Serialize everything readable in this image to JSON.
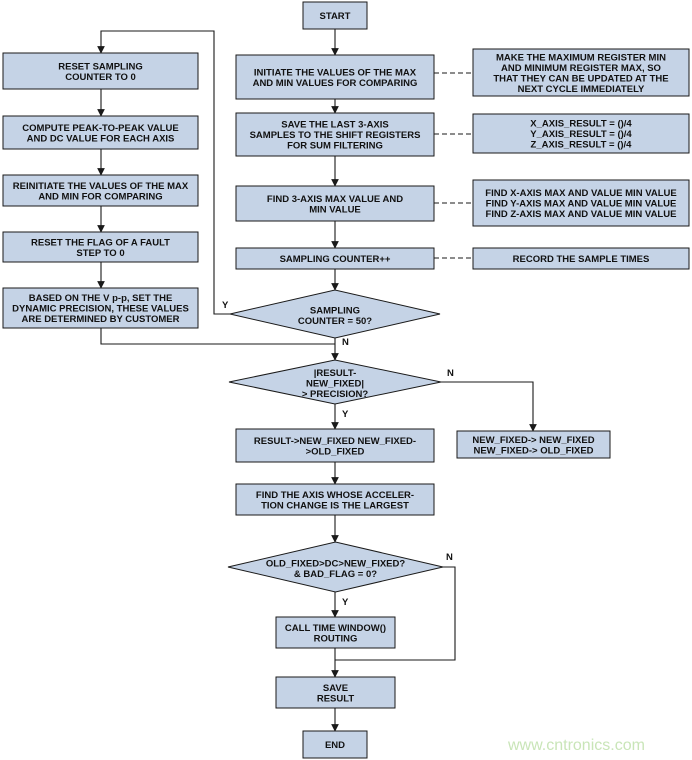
{
  "colors": {
    "node_fill": "#c5d3e6",
    "stroke": "#1a1a1a",
    "text": "#111111",
    "watermark": "#c9e5b8"
  },
  "nodes": {
    "start": "START",
    "init_maxmin": [
      "INITIATE THE VALUES OF THE MAX",
      "AND MIN VALUES FOR COMPARING"
    ],
    "save_samples": [
      "SAVE THE LAST 3-AXIS",
      "SAMPLES TO THE SHIFT REGISTERS",
      "FOR SUM FILTERING"
    ],
    "find_max": [
      "FIND 3-AXIS MAX VALUE AND",
      "MIN VALUE"
    ],
    "sampling_counter": "SAMPLING COUNTER++",
    "decision_counter": [
      "SAMPLING",
      "COUNTER = 50?"
    ],
    "note_make_max": [
      "MAKE THE MAXIMUM REGISTER MIN",
      "AND MINIMUM REGISTER MAX, SO",
      "THAT THEY CAN BE UPDATED AT THE",
      "NEXT CYCLE IMMEDIATELY"
    ],
    "note_axis_result": [
      "X_AXIS_RESULT = ()/4",
      "Y_AXIS_RESULT = ()/4",
      "Z_AXIS_RESULT = ()/4"
    ],
    "note_find_axis": [
      "FIND X-AXIS MAX AND VALUE MIN VALUE",
      "FIND Y-AXIS MAX AND VALUE MIN VALUE",
      "FIND Z-AXIS MAX AND VALUE MIN VALUE"
    ],
    "note_record": "RECORD THE SAMPLE TIMES",
    "reset_counter": [
      "RESET SAMPLING",
      "COUNTER TO 0"
    ],
    "compute_ptp": [
      "COMPUTE PEAK-TO-PEAK VALUE",
      "AND DC VALUE FOR EACH AXIS"
    ],
    "reinit_maxmin": [
      "REINITIATE THE VALUES OF THE MAX",
      "AND MIN FOR COMPARING"
    ],
    "reset_flag": [
      "RESET THE FLAG OF A FAULT",
      "STEP TO 0"
    ],
    "set_precision": [
      "BASED ON THE V p-p, SET THE",
      "DYNAMIC PRECISION, THESE VALUES",
      "ARE DETERMINED BY CUSTOMER"
    ],
    "decision_result": [
      "|RESULT-",
      "NEW_FIXED|",
      "> PRECISION?"
    ],
    "result_to_fixed": [
      "RESULT->NEW_FIXED NEW_FIXED-",
      ">OLD_FIXED"
    ],
    "fixed_update": [
      "NEW_FIXED-> NEW_FIXED",
      "NEW_FIXED-> OLD_FIXED"
    ],
    "find_axis_accel": [
      "FIND THE AXIS WHOSE ACCELER-",
      "TION CHANGE IS THE LARGEST"
    ],
    "decision_badflag": [
      "OLD_FIXED>DC>NEW_FIXED?",
      "& BAD_FLAG = 0?"
    ],
    "call_time_window": [
      "CALL TIME WINDOW()",
      "ROUTING"
    ],
    "save_result": [
      "SAVE",
      "RESULT"
    ],
    "end": "END"
  },
  "edge_labels": {
    "yes": "Y",
    "no": "N"
  },
  "watermark": "www.cntronics.com"
}
